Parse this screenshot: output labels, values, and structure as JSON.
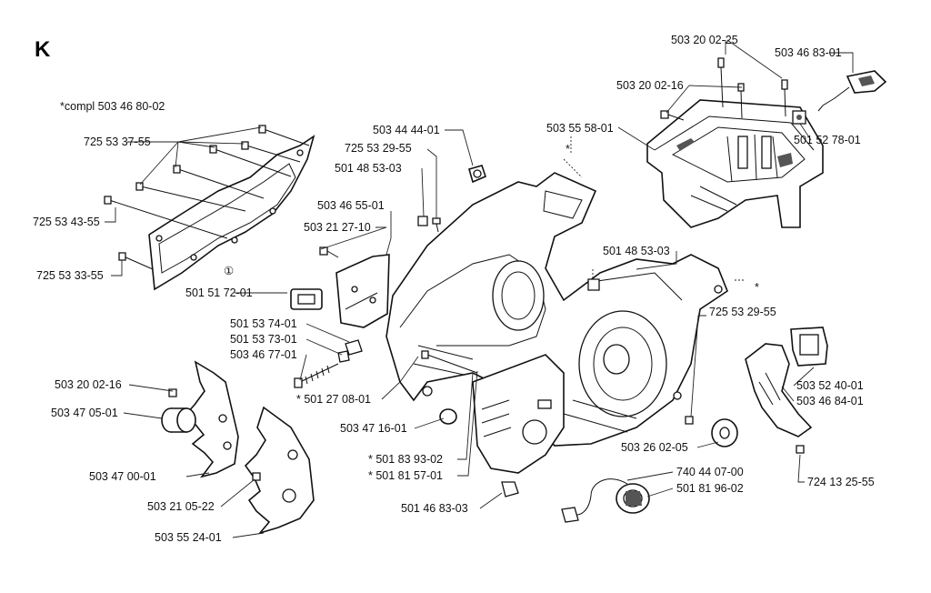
{
  "section_letter": "K",
  "note": "*compl 503 46 80-02",
  "callout_circle": "①",
  "labels": [
    "503 20 02-25",
    "503 46 83-01",
    "503 20 02-16",
    "503 55 58-01",
    "*",
    "501 52 78-01",
    "503 44 44-01",
    "725 53 29-55",
    "501 48 53-03",
    "725 53 37-55",
    "725 53 43-55",
    "503 46 55-01",
    "503 21 27-10",
    "725 53 33-55",
    "501 51 72-01",
    "501 48 53-03",
    "*",
    "501 53 74-01",
    "501 53 73-01",
    "503 46 77-01",
    "725 53 29-55",
    "503 20 02-16",
    "* 501 27 08-01",
    "503 47 05-01",
    "503 52 40-01",
    "503 46 84-01",
    "503 47 16-01",
    "503 47 00-01",
    "* 501 83 93-02",
    "* 501 81 57-01",
    "503 26 02-05",
    "724 13 25-55",
    "503 21 05-22",
    "740 44 07-00",
    "501 81 96-02",
    "501 46 83-03",
    "503 55 24-01"
  ]
}
